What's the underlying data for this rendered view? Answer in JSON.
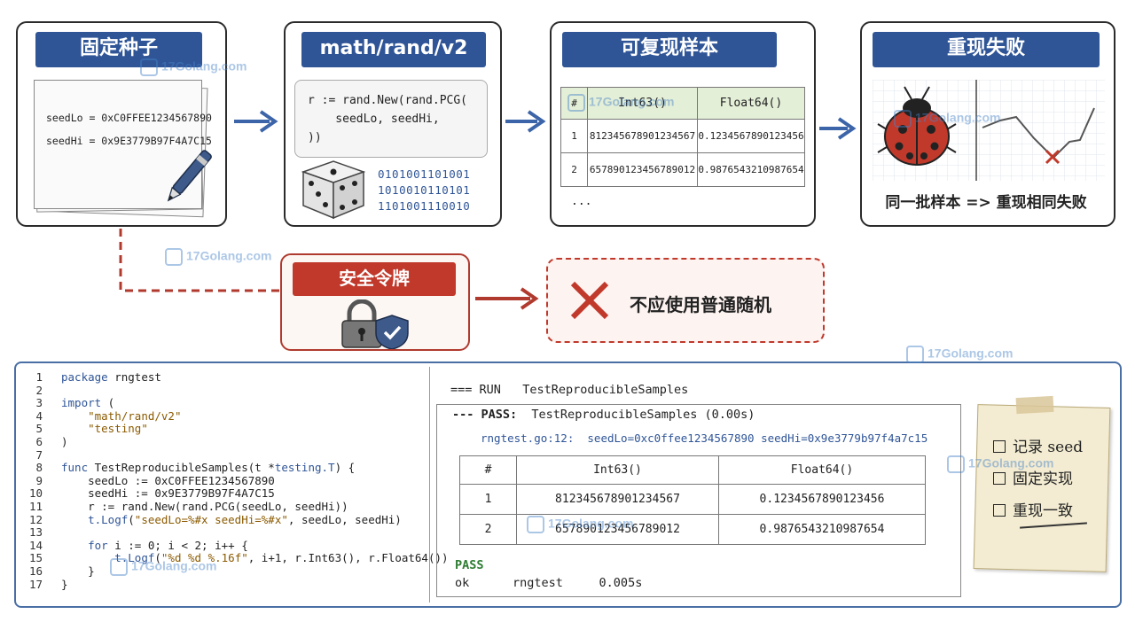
{
  "panel1": {
    "title": "固定种子",
    "seed_lo_line": "seedLo = 0xC0FFEE1234567890",
    "seed_hi_line": "seedHi = 0x9E3779B97F4A7C15"
  },
  "panel2": {
    "title": "math/rand/v2",
    "code_line1": "r := rand.New(rand.PCG(",
    "code_line2": "    seedLo, seedHi,",
    "code_line3": "))",
    "bits": [
      "0101001101001",
      "1010010110101",
      "1101001110010"
    ]
  },
  "panel3": {
    "title": "可复现样本",
    "headers": [
      "#",
      "Int63()",
      "Float64()"
    ],
    "rows": [
      [
        "1",
        "812345678901234567",
        "0.1234567890123456"
      ],
      [
        "2",
        "657890123456789012",
        "0.9876543210987654"
      ]
    ],
    "ellipsis": "..."
  },
  "panel4": {
    "title": "重现失败",
    "caption": "同一批样本 => 重现相同失败"
  },
  "security": {
    "title": "安全令牌",
    "warning": "不应使用普通随机"
  },
  "code": {
    "lines": [
      {
        "n": "1",
        "t": "package rngtest"
      },
      {
        "n": "2",
        "t": ""
      },
      {
        "n": "3",
        "t": "import ("
      },
      {
        "n": "4",
        "t": "    \"math/rand/v2\""
      },
      {
        "n": "5",
        "t": "    \"testing\""
      },
      {
        "n": "6",
        "t": ")"
      },
      {
        "n": "7",
        "t": ""
      },
      {
        "n": "8",
        "t": "func TestReproducibleSamples(t *testing.T) {"
      },
      {
        "n": "9",
        "t": "    seedLo := 0xC0FFEE1234567890"
      },
      {
        "n": "10",
        "t": "    seedHi := 0x9E3779B97F4A7C15"
      },
      {
        "n": "11",
        "t": "    r := rand.New(rand.PCG(seedLo, seedHi))"
      },
      {
        "n": "12",
        "t": "    t.Logf(\"seedLo=%#x seedHi=%#x\", seedLo, seedHi)"
      },
      {
        "n": "13",
        "t": ""
      },
      {
        "n": "14",
        "t": "    for i := 0; i < 2; i++ {"
      },
      {
        "n": "15",
        "t": "        t.Logf(\"%d %d %.16f\", i+1, r.Int63(), r.Float64())"
      },
      {
        "n": "16",
        "t": "    }"
      },
      {
        "n": "17",
        "t": "}"
      }
    ]
  },
  "output": {
    "run_line": "=== RUN   TestReproducibleSamples",
    "pass_prefix": "--- PASS:",
    "pass_rest": "TestReproducibleSamples (0.00s)",
    "log_line": "rngtest.go:12:  seedLo=0xc0ffee1234567890 seedHi=0x9e3779b97f4a7c15",
    "headers": [
      "#",
      "Int63()",
      "Float64()"
    ],
    "rows": [
      [
        "1",
        "812345678901234567",
        "0.1234567890123456"
      ],
      [
        "2",
        "657890123456789012",
        "0.9876543210987654"
      ]
    ],
    "pass_label": "PASS",
    "ok_line": "ok      rngtest     0.005s"
  },
  "checklist": [
    "记录 seed",
    "固定实现",
    "重现一致"
  ],
  "watermark": "17Golang.com",
  "colors": {
    "title_blue": "#2f5597",
    "security_red": "#c0392b",
    "pass_green": "#2e7d32",
    "header_green": "#e4efd8"
  }
}
